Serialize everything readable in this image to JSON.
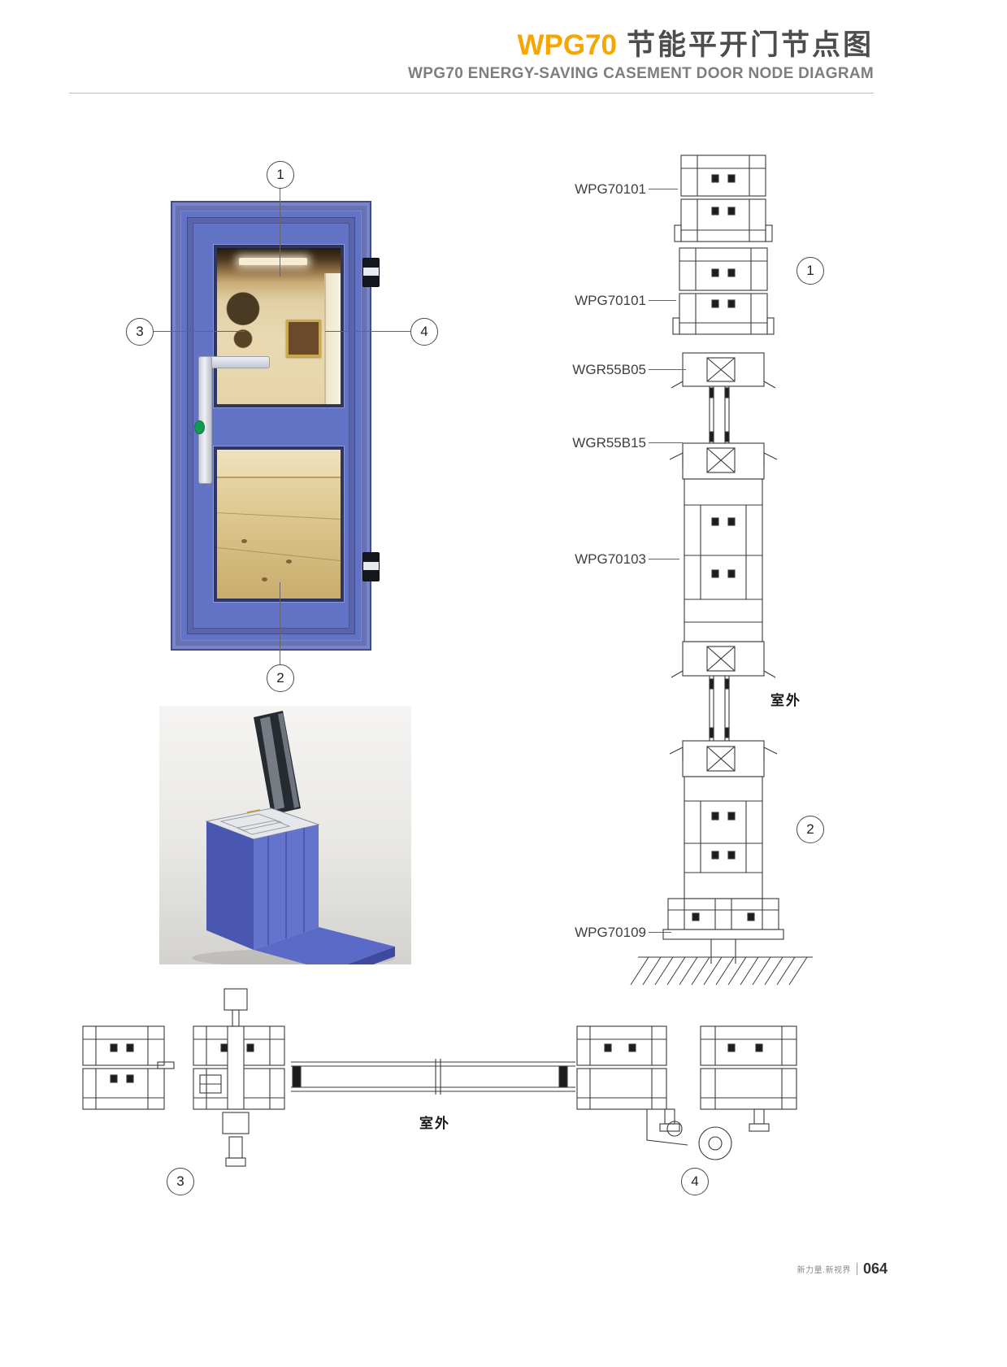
{
  "header": {
    "brand": "WPG70",
    "title_cn": "节能平开门节点图",
    "subtitle": "WPG70 ENERGY-SAVING CASEMENT DOOR NODE DIAGRAM"
  },
  "door_figure": {
    "callout_1": "1",
    "callout_2": "2",
    "callout_3": "3",
    "callout_4": "4"
  },
  "vertical_section": {
    "labels": [
      "WPG70101",
      "WPG70101",
      "WGR55B05",
      "WGR55B15",
      "WPG70103",
      "WPG70109"
    ],
    "outdoor_label": "室外",
    "callout_1": "1",
    "callout_2": "2"
  },
  "horizontal_section": {
    "outdoor_label": "室外",
    "callout_3": "3",
    "callout_4": "4"
  },
  "footer": {
    "slogan": "新力量.新视界",
    "page_number": "064"
  },
  "colors": {
    "accent_orange": "#F7A600",
    "title_gray": "#4D4D4F",
    "door_blue": "#6272C4",
    "drawing_line": "#3A3A3A"
  }
}
